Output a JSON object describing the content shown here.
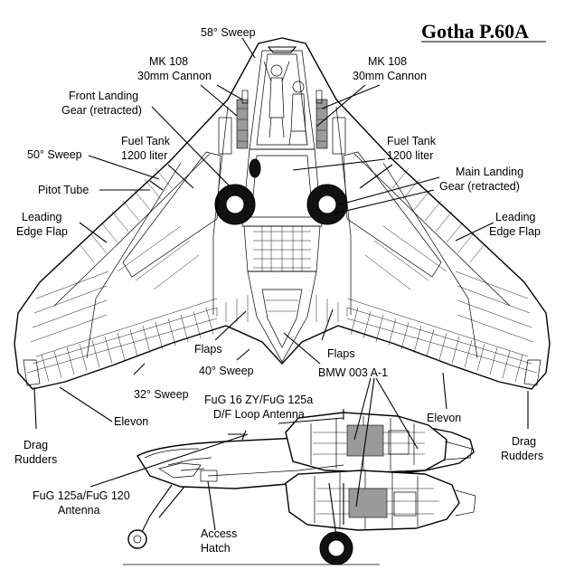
{
  "title": "Gotha P.60A",
  "labels": {
    "sweep58": "58° Sweep",
    "mk108_left_1": "MK 108",
    "mk108_left_2": "30mm Cannon",
    "mk108_right_1": "MK 108",
    "mk108_right_2": "30mm Cannon",
    "front_gear_1": "Front Landing",
    "front_gear_2": "Gear (retracted)",
    "fuel_left_1": "Fuel Tank",
    "fuel_left_2": "1200 liter",
    "fuel_right_1": "Fuel Tank",
    "fuel_right_2": "1200 liter",
    "sweep50": "50° Sweep",
    "pitot": "Pitot Tube",
    "main_gear_1": "Main Landing",
    "main_gear_2": "Gear (retracted)",
    "lef_left_1": "Leading",
    "lef_left_2": "Edge Flap",
    "lef_right_1": "Leading",
    "lef_right_2": "Edge Flap",
    "flaps_left": "Flaps",
    "flaps_right": "Flaps",
    "sweep40": "40° Sweep",
    "bmw": "BMW 003 A-1",
    "sweep32": "32° Sweep",
    "elevon_left": "Elevon",
    "elevon_right": "Elevon",
    "fug16_1": "FuG 16 ZY/FuG 125a",
    "fug16_2": "D/F Loop Antenna",
    "drag_left_1": "Drag",
    "drag_left_2": "Rudders",
    "drag_right_1": "Drag",
    "drag_right_2": "Rudders",
    "fug125_1": "FuG 125a/FuG 120",
    "fug125_2": "Antenna",
    "hatch_1": "Access",
    "hatch_2": "Hatch"
  }
}
